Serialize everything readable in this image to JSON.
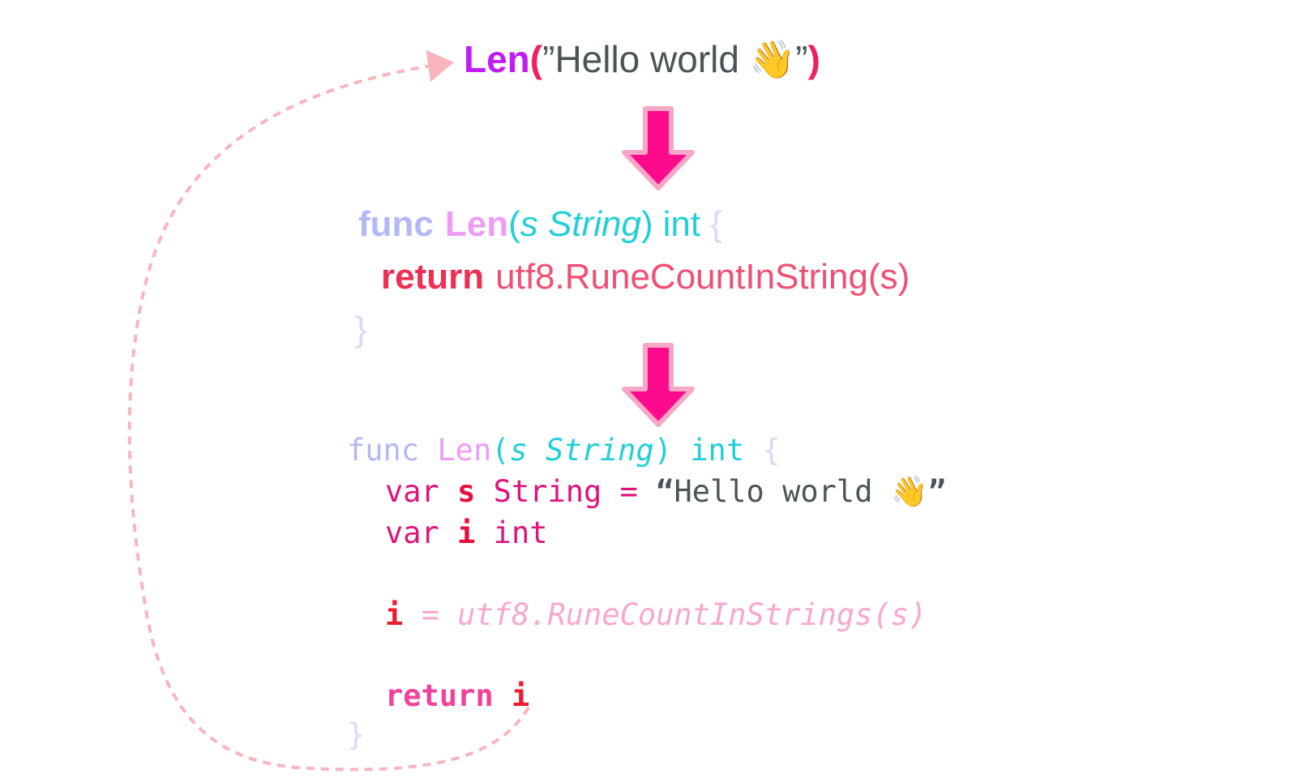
{
  "colors": {
    "call_name": "#c21cf4",
    "paren": "#f21f5e",
    "string_text": "#4a5556",
    "arrow_fill": "#fd0b8c",
    "arrow_glow": "#f7a8c6",
    "func_kw": "#b3b8f7",
    "func_name": "#ef9cf7",
    "param": "#22cfd9",
    "brace": "#d6dcf3",
    "return_kw": "#ee2e52",
    "body_text": "#f04f74",
    "var_kw": "#e0127c",
    "var_name": "#ea0c3a",
    "assign_text": "#f8a8cf",
    "return_kw2": "#f2419b",
    "return_var": "#ee1d2d",
    "loop_dash": "#f9b5bb"
  },
  "icons": {
    "down_arrow": "down-arrow-icon",
    "wave": "waving-hand-icon"
  },
  "call": {
    "name": "Len",
    "open": "(",
    "quote_open": "”",
    "text": "Hello world",
    "emoji": "👋",
    "quote_close": "”",
    "close": ")"
  },
  "decl": {
    "func_kw": "func",
    "name": "Len",
    "open": "(",
    "param": "s String",
    "close": ")",
    "ret_type": "int",
    "brace_open": "{",
    "return_kw": "return",
    "return_expr": "utf8.RuneCountInString(",
    "return_arg": "s",
    "return_close": ")",
    "brace_close": "}"
  },
  "inlined": {
    "func_kw": "func",
    "name": "Len",
    "open": "(",
    "param_name": "s",
    "param_type": "String",
    "close": ")",
    "ret_type": "int",
    "brace_open": "{",
    "var_kw": "var",
    "var_s": "s",
    "string_type": "String",
    "assign_op": "=",
    "quote_open": "“",
    "string_text": "Hello world",
    "emoji": "👋",
    "quote_close": "”",
    "var_i": "i",
    "int_type": "int",
    "assign_lhs": "i",
    "assign_rhs": "= utf8.RuneCountInStrings(s)",
    "return_kw": "return",
    "return_var": "i",
    "brace_close": "}"
  }
}
